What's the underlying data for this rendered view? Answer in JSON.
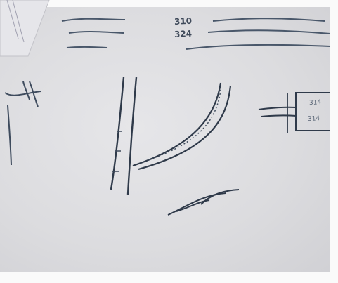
{
  "photo": {
    "description_lines": {
      "line1_number": "310",
      "line2_number": "324",
      "right_box_top": "314",
      "right_box_bottom": "314"
    }
  }
}
